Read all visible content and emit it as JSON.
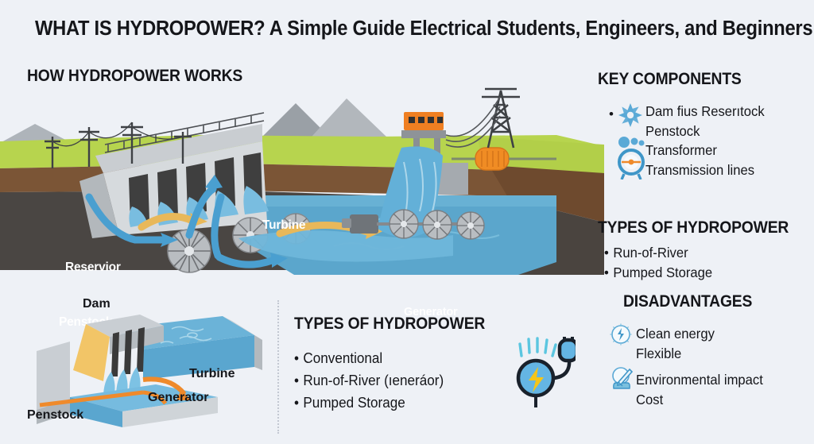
{
  "page": {
    "title": "WHAT IS HYDROPOWER? A Simple Guide Electrical Students, Engineers, and Beginners",
    "background_color": "#eef1f6",
    "accent_blue": "#5aa9d6",
    "accent_orange": "#ef8a2b",
    "text_color": "#15161a"
  },
  "how_it_works": {
    "heading": "HOW HYDROPOWER WORKS",
    "labels": {
      "reservoir": "Reservior",
      "penstock": "Penstock",
      "turbine": "Turbine",
      "generator": "Generator"
    }
  },
  "key_components": {
    "heading": "KEY COMPONENTS",
    "bullet": "•",
    "items": [
      {
        "label": "Dam fius Reserıtock",
        "icon": "turbine-fan-icon"
      },
      {
        "label": "Penstock",
        "icon": "none"
      },
      {
        "label": "Transformer",
        "icon": "gauge-icon"
      },
      {
        "label": "Transmission lines",
        "icon": "none"
      }
    ]
  },
  "types_right": {
    "heading": "TYPES OF HYDROPOWER",
    "items": [
      "Run-of-River",
      "Pumped Storage"
    ]
  },
  "types_middle": {
    "heading": "TYPES OF HYDROPOWER",
    "items": [
      "Conventional",
      "Run-of-River (ıeneráor)",
      "Pumped Storage"
    ]
  },
  "disadvantages": {
    "heading": "DISADVANTAGES",
    "items": [
      {
        "label": "Clean energy",
        "icon": "clean-energy-icon"
      },
      {
        "label": "Flexible",
        "icon": "none"
      },
      {
        "label": "Environmental impact",
        "icon": "environment-icon"
      },
      {
        "label": "Cost",
        "icon": "none"
      }
    ]
  },
  "mini_diagram": {
    "labels": {
      "dam": "Dam",
      "turbine": "Turbine",
      "generator": "Generator",
      "penstock": "Penstock"
    }
  },
  "icons": {
    "plug": "plug-lightning-icon"
  }
}
